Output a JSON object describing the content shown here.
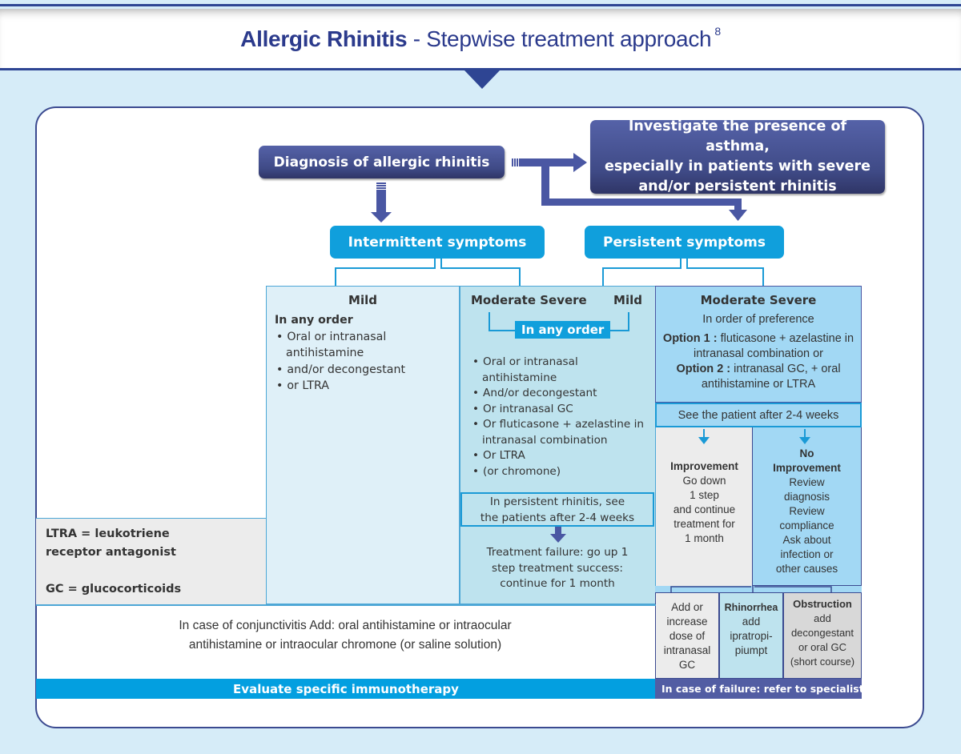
{
  "header": {
    "title_bold": "Allergic Rhinitis",
    "title_rest": " - Stepwise treatment approach",
    "title_superscript": "8"
  },
  "colors": {
    "navy": "#2e4593",
    "dark_box": "#4a57a3",
    "cyan": "#109fdc",
    "background": "#d6ecf8"
  },
  "flow": {
    "diagnosis": "Diagnosis of allergic rhinitis",
    "asthma_lines": [
      "Investigate the presence of asthma,",
      "especially in patients with severe",
      "and/or persistent rhinitis"
    ],
    "intermittent": "Intermittent symptoms",
    "persistent": "Persistent symptoms"
  },
  "col_mild": {
    "heading": "Mild",
    "subheading": "In any order",
    "items": [
      "Oral or intranasal antihistamine",
      "and/or decongestant",
      "or LTRA"
    ]
  },
  "col_modsev": {
    "heading_left": "Moderate Severe",
    "heading_right": "Mild",
    "tag": "In any order",
    "items": [
      "Oral or intranasal antihistamine",
      "And/or decongestant",
      "Or intranasal GC",
      "Or fluticasone + azelastine in intranasal combination",
      "Or LTRA",
      "(or chromone)"
    ],
    "followup_lines": [
      "In persistent rhinitis, see",
      "the patients after 2-4 weeks"
    ],
    "outcome_lines": [
      "Treatment failure: go up 1",
      "step treatment success:",
      "continue for 1 month"
    ]
  },
  "col_persist": {
    "heading": "Moderate Severe",
    "order": "In order of preference",
    "option1_label": "Option 1 :",
    "option1_text": " fluticasone + azelastine in intranasal combination or",
    "option2_label": "Option 2 :",
    "option2_text": " intranasal GC, + oral antihistamine or LTRA",
    "see_patient": "See the patient after 2-4 weeks",
    "improvement": {
      "heading": "Improvement",
      "lines": [
        "Go down",
        "1 step",
        "and continue",
        "treatment for",
        "1 month"
      ]
    },
    "no_improvement": {
      "heading_lines": [
        "No",
        "Improvement"
      ],
      "lines": [
        "Review",
        "diagnosis",
        "Review",
        "compliance",
        "Ask about",
        "infection or",
        "other causes"
      ]
    },
    "add_dose_lines": [
      "Add or",
      "increase",
      "dose of",
      "intranasal",
      "GC"
    ],
    "rhinorrhea": {
      "heading": "Rhinorrhea",
      "lines": [
        "add",
        "ipratropi-",
        "piumpt"
      ]
    },
    "obstruction": {
      "heading": "Obstruction",
      "lines": [
        "add",
        "decongestant",
        "or oral GC",
        "(short course)"
      ]
    },
    "failure": "In case of failure: refer to specialist"
  },
  "legend": {
    "line1": "LTRA = leukotriene",
    "line2": "receptor antagonist",
    "line3": "GC = glucocorticoids"
  },
  "footer": {
    "conj_line1": "In case of conjunctivitis Add: oral antihistamine or intraocular",
    "conj_line2": "antihistamine or intraocular chromone (or saline solution)",
    "immunotherapy": "Evaluate specific immunotherapy"
  }
}
